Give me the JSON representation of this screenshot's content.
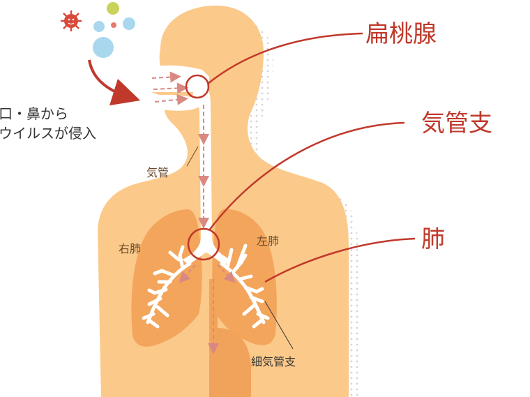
{
  "labels": {
    "entry_line1": "口・鼻から",
    "entry_line2": "ウイルスが侵入",
    "trachea_small": "気管",
    "right_lung": "右肺",
    "left_lung": "左肺",
    "bronchiole": "細気管支",
    "tonsil": "扁桃腺",
    "bronchus": "気管支",
    "lung": "肺"
  },
  "colors": {
    "body_fill": "#fbc98a",
    "shadow_dots": "#d9d9d9",
    "lung_fill": "#f3a55c",
    "airway_fill": "#ffffff",
    "flow_arrow": "#d98982",
    "callout_line": "#c0392b",
    "callout_text": "#c0392b",
    "label_text": "#6b4a2b",
    "entry_text": "#333333",
    "entry_arrow": "#c0392b",
    "virus_red": "#d84a3a",
    "virus_blue": "#a9d8ee",
    "virus_green": "#c9d35a",
    "virus_small_red": "#e57b6c",
    "esophagus_fill": "#f2a35b"
  }
}
